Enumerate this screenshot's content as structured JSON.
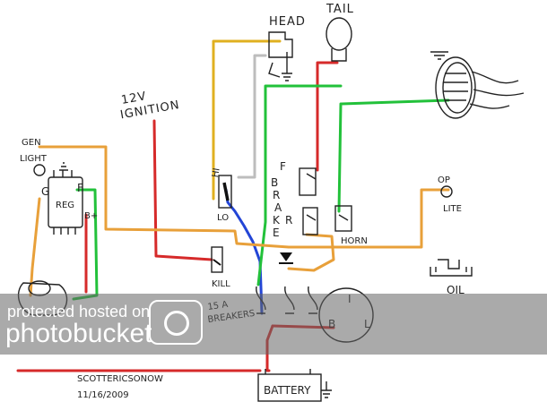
{
  "labels": {
    "head": "HEAD",
    "tail": "TAIL",
    "ignition": "12V\nIGNITION",
    "gen_light": "GEN\nLIGHT",
    "g": "G",
    "f": "F",
    "reg": "REG",
    "b_plus": "B+",
    "hi": "HI",
    "lo": "LO",
    "brake": "F\nB\nR\nA\nK\nE\nR",
    "horn": "HORN",
    "op_lite": "OP\nLITE",
    "oil": "OIL",
    "kill": "KILL",
    "breakers": "15 A\nBREAKERS",
    "i": "I",
    "b": "B",
    "l": "L",
    "battery": "BATTERY",
    "author": "SCOTTERICSONOW",
    "date": "11/16/2009"
  },
  "watermark": {
    "line1": "protected hosted on",
    "line2": "photobucket"
  },
  "colors": {
    "red": "#d62a2a",
    "green": "#22c13a",
    "blue": "#2345d6",
    "orange": "#e8a03a",
    "yellow": "#e0b020",
    "gray": "#bdbdbd",
    "ink": "#222222"
  }
}
